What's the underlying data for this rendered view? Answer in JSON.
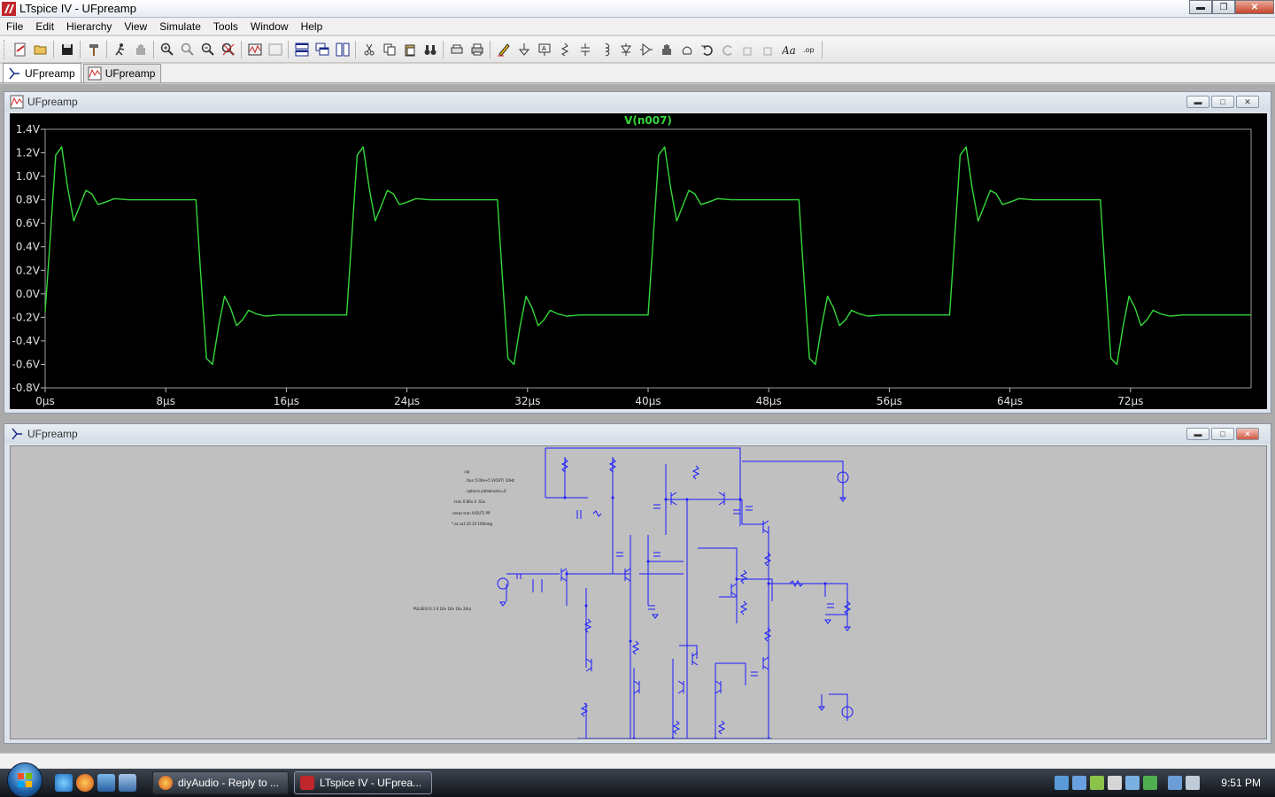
{
  "window": {
    "title": "LTspice IV - UFpreamp"
  },
  "menu": [
    "File",
    "Edit",
    "Hierarchy",
    "View",
    "Simulate",
    "Tools",
    "Window",
    "Help"
  ],
  "tabs": [
    {
      "label": "UFpreamp",
      "icon": "schematic-icon",
      "active": true
    },
    {
      "label": "UFpreamp",
      "icon": "waveform-icon",
      "active": false
    }
  ],
  "plot_window": {
    "title": "UFpreamp"
  },
  "schematic_window": {
    "title": "UFpreamp",
    "labels": [
      ".tran 0 80u 0 .02u",
      "*.ac oct 10 10 100meg",
      "PULSE(0 0.1 0 10n 10n 10u 20u)"
    ]
  },
  "taskbar": {
    "tasks": [
      {
        "label": "diyAudio - Reply to ...",
        "active": false
      },
      {
        "label": "LTspice IV - UFprea...",
        "active": true
      }
    ],
    "clock": "9:51 PM"
  },
  "colors": {
    "trace": "#34d83a",
    "plot_bg": "#000000",
    "schem_bg": "#c0c0c0",
    "wire": "#1a1aff"
  },
  "chart_data": {
    "type": "line",
    "title": "V(n007)",
    "xlabel": "",
    "ylabel": "",
    "xlim": [
      0,
      80
    ],
    "ylim": [
      -0.8,
      1.4
    ],
    "x_ticks": [
      "0µs",
      "8µs",
      "16µs",
      "24µs",
      "32µs",
      "40µs",
      "48µs",
      "56µs",
      "64µs",
      "72µs"
    ],
    "y_ticks": [
      "1.4V",
      "1.2V",
      "1.0V",
      "0.8V",
      "0.6V",
      "0.4V",
      "0.2V",
      "0.0V",
      "-0.2V",
      "-0.4V",
      "-0.6V",
      "-0.8V"
    ],
    "grid": false,
    "series": [
      {
        "name": "V(n007)",
        "x": [
          0,
          0.3,
          0.7,
          1.1,
          1.5,
          1.9,
          2.3,
          2.7,
          3.1,
          3.5,
          4.0,
          4.6,
          5.5,
          10.0,
          10.3,
          10.7,
          11.1,
          11.5,
          11.9,
          12.3,
          12.7,
          13.1,
          13.5,
          14.0,
          14.6,
          15.5,
          20.0,
          20.3,
          20.7,
          21.1,
          21.5,
          21.9,
          22.3,
          22.7,
          23.1,
          23.5,
          24.0,
          24.6,
          25.5,
          30.0,
          30.3,
          30.7,
          31.1,
          31.5,
          31.9,
          32.3,
          32.7,
          33.1,
          33.5,
          34.0,
          34.6,
          35.5,
          40.0,
          40.3,
          40.7,
          41.1,
          41.5,
          41.9,
          42.3,
          42.7,
          43.1,
          43.5,
          44.0,
          44.6,
          45.5,
          50.0,
          50.3,
          50.7,
          51.1,
          51.5,
          51.9,
          52.3,
          52.7,
          53.1,
          53.5,
          54.0,
          54.6,
          55.5,
          60.0,
          60.3,
          60.7,
          61.1,
          61.5,
          61.9,
          62.3,
          62.7,
          63.1,
          63.5,
          64.0,
          64.6,
          65.5,
          70.0,
          70.3,
          70.7,
          71.1,
          71.5,
          71.9,
          72.3,
          72.7,
          73.1,
          73.5,
          74.0,
          74.6,
          75.5,
          80.0
        ],
        "y": [
          -0.15,
          0.4,
          1.18,
          1.25,
          0.9,
          0.62,
          0.75,
          0.88,
          0.85,
          0.76,
          0.78,
          0.81,
          0.8,
          0.8,
          0.2,
          -0.55,
          -0.6,
          -0.28,
          -0.02,
          -0.12,
          -0.27,
          -0.22,
          -0.14,
          -0.17,
          -0.19,
          -0.18,
          -0.18,
          0.4,
          1.18,
          1.25,
          0.9,
          0.62,
          0.75,
          0.88,
          0.85,
          0.76,
          0.78,
          0.81,
          0.8,
          0.8,
          0.2,
          -0.55,
          -0.6,
          -0.28,
          -0.02,
          -0.12,
          -0.27,
          -0.22,
          -0.14,
          -0.17,
          -0.19,
          -0.18,
          -0.18,
          0.4,
          1.18,
          1.25,
          0.9,
          0.62,
          0.75,
          0.88,
          0.85,
          0.76,
          0.78,
          0.81,
          0.8,
          0.8,
          0.2,
          -0.55,
          -0.6,
          -0.28,
          -0.02,
          -0.12,
          -0.27,
          -0.22,
          -0.14,
          -0.17,
          -0.19,
          -0.18,
          -0.18,
          0.4,
          1.18,
          1.25,
          0.9,
          0.62,
          0.75,
          0.88,
          0.85,
          0.76,
          0.78,
          0.81,
          0.8,
          0.8,
          0.2,
          -0.55,
          -0.6,
          -0.28,
          -0.02,
          -0.12,
          -0.27,
          -0.22,
          -0.14,
          -0.17,
          -0.19,
          -0.18,
          -0.18
        ]
      }
    ]
  }
}
